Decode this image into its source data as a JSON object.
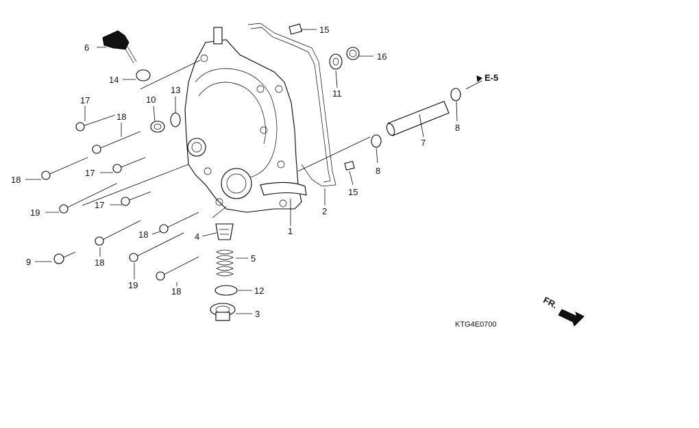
{
  "diagram_code": "KTG4E0700",
  "reference": "E-5",
  "direction": "FR.",
  "callouts": {
    "c1": "1",
    "c2": "2",
    "c3": "3",
    "c4": "4",
    "c5": "5",
    "c6": "6",
    "c7": "7",
    "c8a": "8",
    "c8b": "8",
    "c9": "9",
    "c10": "10",
    "c11": "11",
    "c12": "12",
    "c13": "13",
    "c14": "14",
    "c15a": "15",
    "c15b": "15",
    "c16": "16",
    "c17a": "17",
    "c17b": "17",
    "c17c": "17",
    "c18a": "18",
    "c18b": "18",
    "c18c": "18",
    "c18d": "18",
    "c18e": "18",
    "c19a": "19",
    "c19b": "19"
  }
}
